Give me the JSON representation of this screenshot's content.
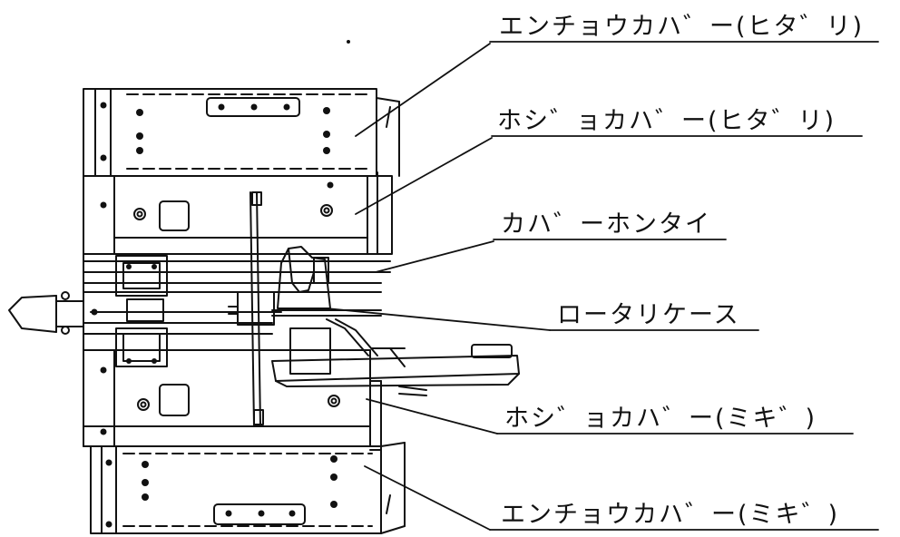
{
  "callouts": [
    {
      "id": "ext-cover-left",
      "text": "エンチョウカハ゛ー(ヒタ゛リ)"
    },
    {
      "id": "aux-cover-left",
      "text": "ホシ゛ョカハ゛ー(ヒタ゛リ)"
    },
    {
      "id": "cover-body",
      "text": "カハ゛ーホンタイ"
    },
    {
      "id": "rotary-case",
      "text": "ロータリケース"
    },
    {
      "id": "aux-cover-right",
      "text": "ホシ゛ョカハ゛ー(ミキ゛)"
    },
    {
      "id": "ext-cover-right",
      "text": "エンチョウカハ゛ー(ミキ゛)"
    }
  ],
  "colors": {
    "ink": "#111111",
    "paper": "#ffffff"
  }
}
